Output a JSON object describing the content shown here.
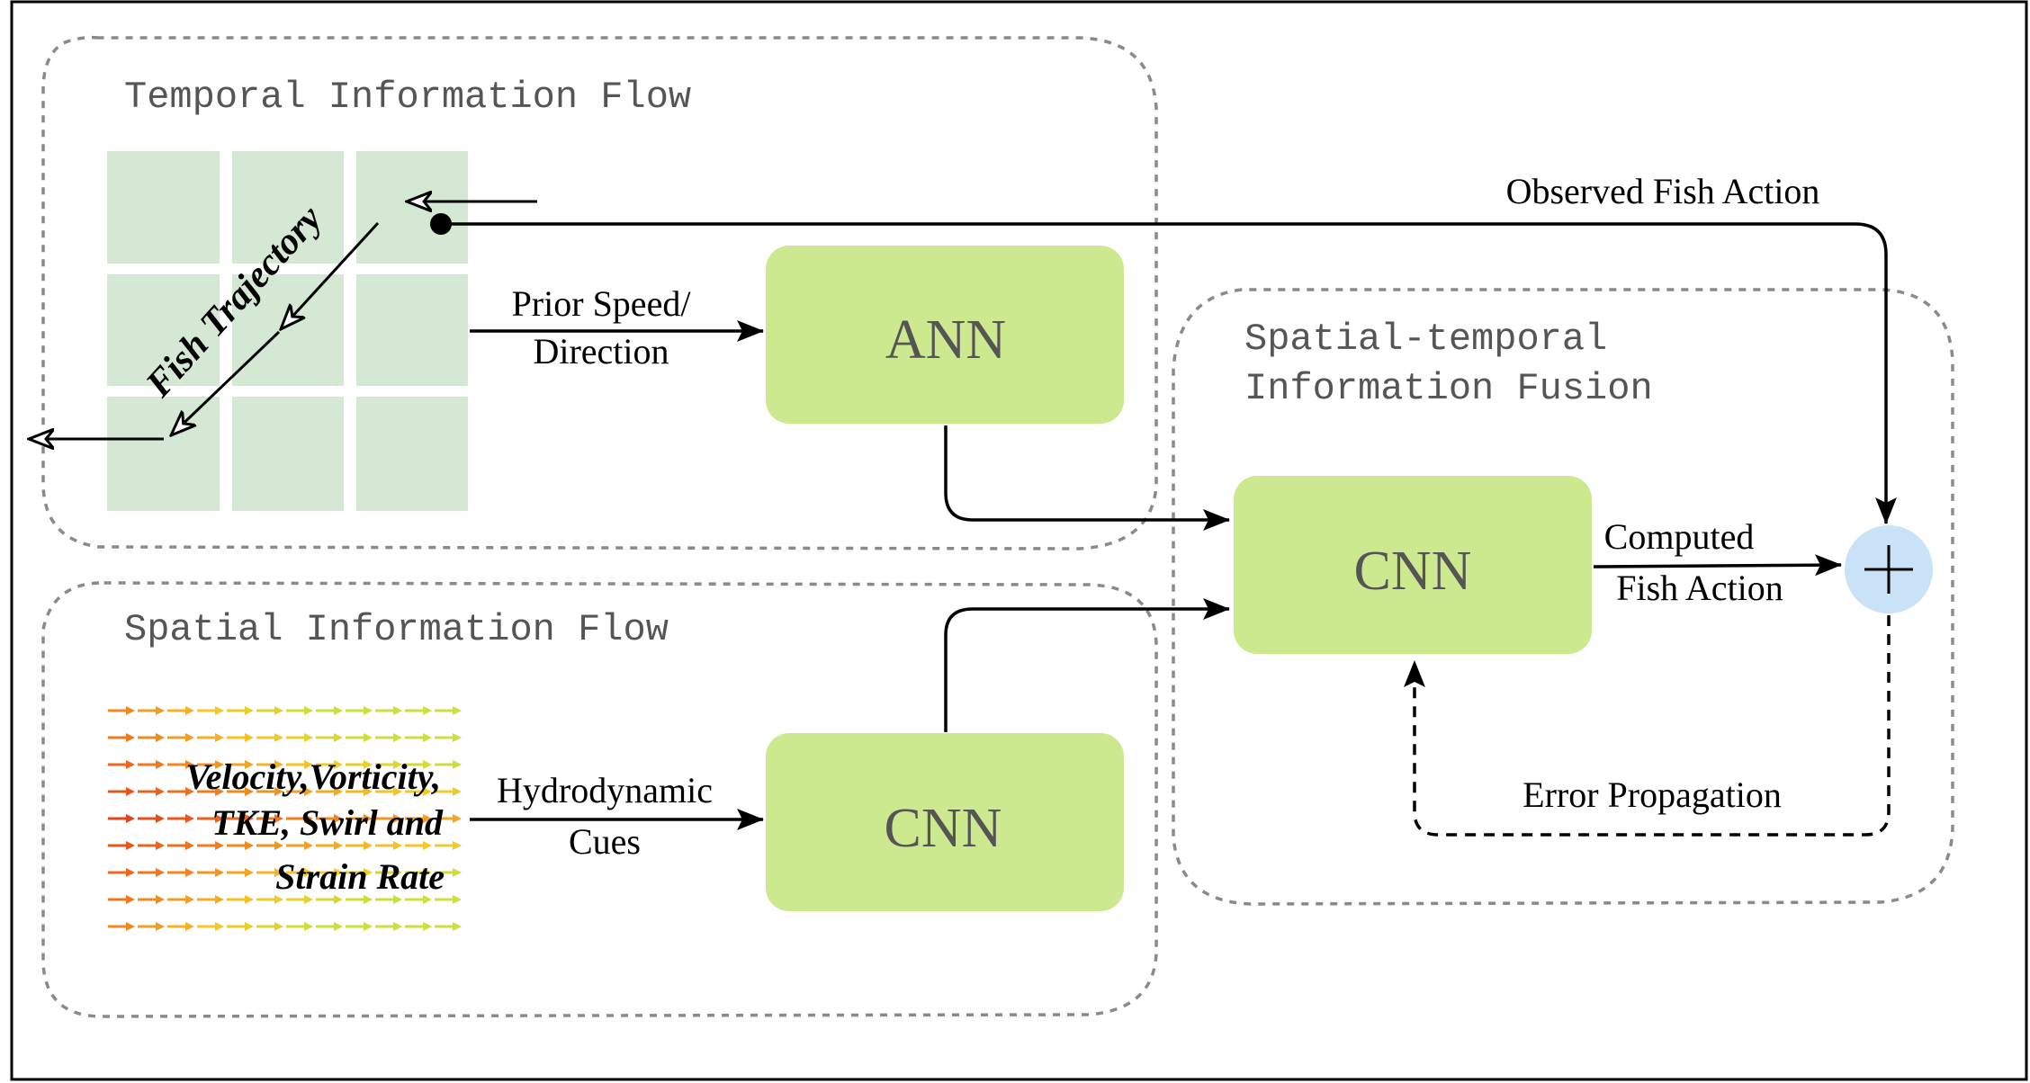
{
  "colors": {
    "block_fill": "#cde98f",
    "block_text": "#555555",
    "grid_cell": "#d4e8d4",
    "sum_node": "#c9e2f7",
    "dashed_region": "#8a8a8a",
    "line": "#000000",
    "region_title": "#555555"
  },
  "regions": {
    "temporal_title": "Temporal Information Flow",
    "spatial_title": "Spatial Information Flow",
    "fusion_title_line1": "Spatial-temporal",
    "fusion_title_line2": "Information Fusion"
  },
  "blocks": {
    "ann_label": "ANN",
    "cnn_spatial_label": "CNN",
    "cnn_fusion_label": "CNN",
    "sum_symbol": "+"
  },
  "labels": {
    "fish_trajectory": "Fish Trajectory",
    "prior_line1": "Prior Speed/",
    "prior_line2": "Direction",
    "flow_vars_line1": "Velocity,Vorticity,",
    "flow_vars_line2": "TKE, Swirl and",
    "flow_vars_line3": "Strain Rate",
    "hydro_line1": "Hydrodynamic",
    "hydro_line2": "Cues",
    "observed": "Observed Fish Action",
    "computed_line1": "Computed",
    "computed_line2": "Fish Action",
    "error": "Error Propagation"
  },
  "icons": {
    "trajectory_arrow": "open-arrowhead-icon",
    "sum": "plus-circle-icon",
    "flow_field": "velocity-vector-field-icon"
  }
}
